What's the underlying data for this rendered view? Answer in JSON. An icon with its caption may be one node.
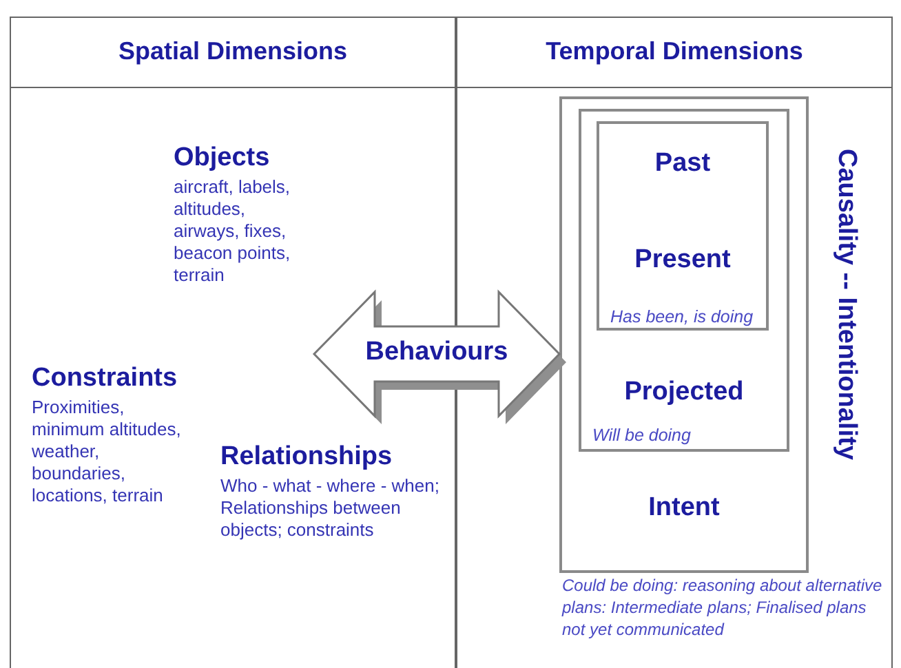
{
  "diagram": {
    "nodes": [
      {
        "text": [
          "Spatial Dimensions"
        ]
      },
      {
        "text": [
          "Temporal Dimensions"
        ]
      },
      {
        "text": [
          "Objects",
          "aircraft, labels, altitudes, airways, fixes, beacon points, terrain"
        ],
        "in": 0
      },
      {
        "text": [
          "Constraints",
          "Proximities, minimum altitudes, weather, boundaries, locations, terrain"
        ],
        "in": 0
      },
      {
        "text": [
          "Relationships",
          "Who - what - where - when; Relationships between objects; constraints"
        ],
        "in": 0
      },
      {
        "text": [
          "Intent"
        ],
        "beside": [
          "Could be doing: reasoning about alternative plans: Intermediate plans; Finalised plans not yet communicated"
        ],
        "in": 1
      },
      {
        "text": [
          "Projected",
          "Will be doing"
        ],
        "in": 5
      },
      {
        "text": [
          "Past",
          "Present",
          "Has been, is doing"
        ],
        "in": 6
      },
      {
        "text": [
          "Behaviours"
        ]
      }
    ],
    "labels": [
      "Causality -- Intentionality"
    ]
  }
}
